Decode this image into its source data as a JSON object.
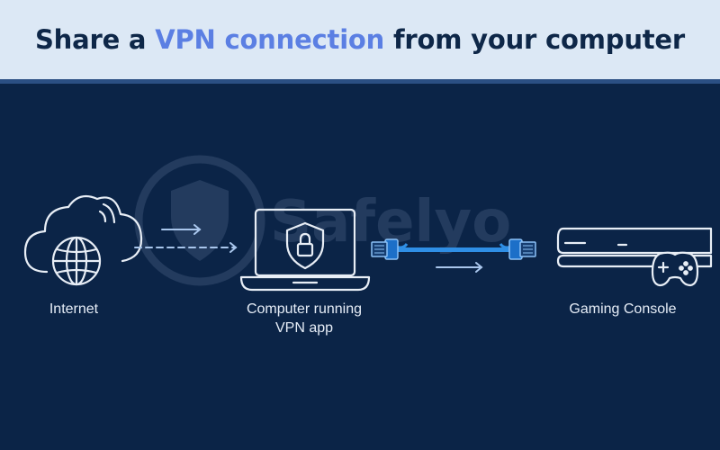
{
  "header": {
    "title_prefix": "Share a ",
    "title_highlight": "VPN connection",
    "title_suffix": " from your computer"
  },
  "watermark": {
    "text": "Safelyo"
  },
  "nodes": {
    "internet": {
      "label": "Internet",
      "icon": "cloud-globe-icon"
    },
    "computer": {
      "line1": "Computer running",
      "line2": "VPN app",
      "icon": "laptop-shield-icon"
    },
    "console": {
      "label": "Gaming Console",
      "icon": "game-console-icon"
    }
  },
  "colors": {
    "background": "#0b2447",
    "header_bg": "#dce8f5",
    "title_text": "#0e2748",
    "highlight": "#5b7fe3",
    "line": "#e8eef6",
    "cable": "#2f8fe6"
  }
}
